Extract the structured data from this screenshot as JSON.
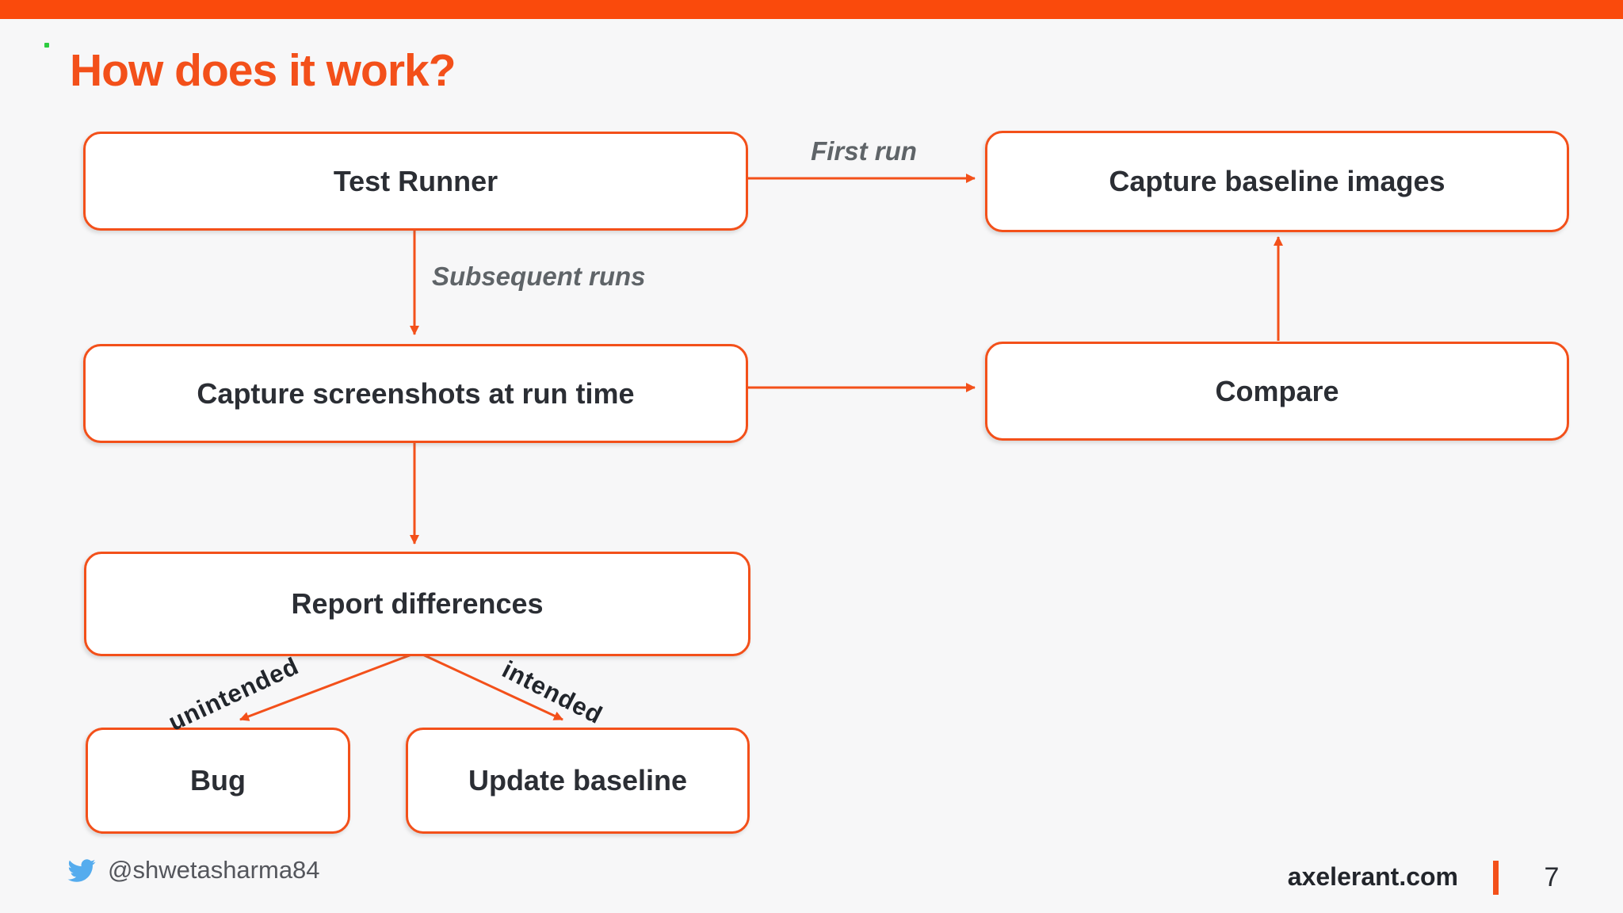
{
  "slide": {
    "title": "How does it work?",
    "page_number": "7",
    "footer": {
      "twitter_handle": "@shwetasharma84",
      "website": "axelerant.com",
      "twitter_icon": "twitter-bird-icon"
    },
    "colors": {
      "accent": "#F3501A",
      "top-bar": "#FA4A0C",
      "background": "#F7F7F8",
      "box-text": "#2B2E34",
      "edge-label": "#5F6468",
      "branch-label": "#21252B",
      "twitter-blue": "#55ACEE"
    }
  },
  "diagram": {
    "nodes": [
      {
        "id": "test-runner",
        "label": "Test Runner"
      },
      {
        "id": "capture-baseline",
        "label": "Capture baseline images"
      },
      {
        "id": "capture-screenshots",
        "label": "Capture screenshots at run time"
      },
      {
        "id": "compare",
        "label": "Compare"
      },
      {
        "id": "report-differences",
        "label": "Report differences"
      },
      {
        "id": "bug",
        "label": "Bug"
      },
      {
        "id": "update-baseline",
        "label": "Update baseline"
      }
    ],
    "edge_labels": {
      "first_run": "First run",
      "subsequent_runs": "Subsequent runs",
      "unintended": "unintended",
      "intended": "intended"
    }
  }
}
